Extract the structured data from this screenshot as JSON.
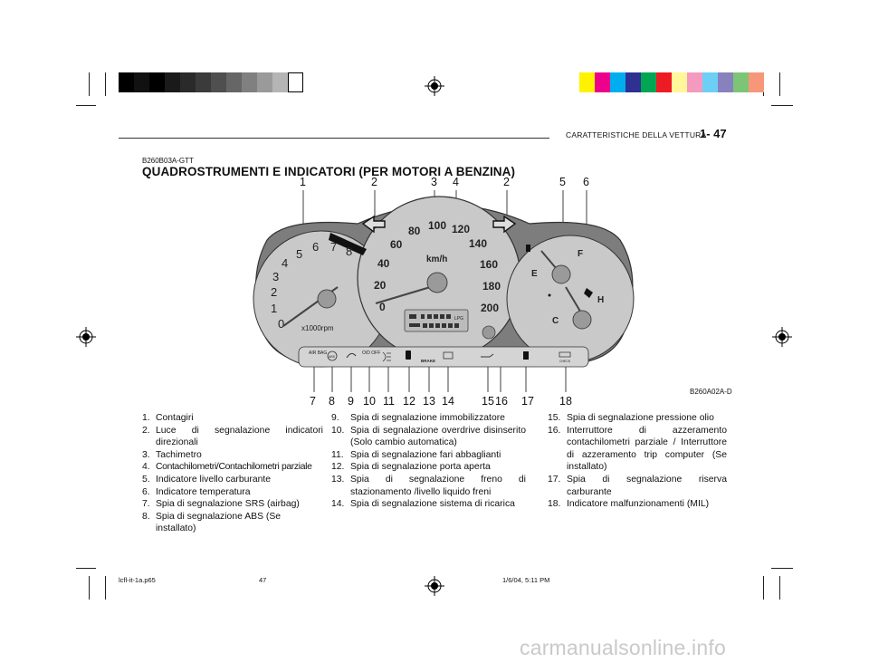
{
  "header": {
    "section": "CARATTERISTICHE DELLA VETTURA",
    "page": "1- 47"
  },
  "doc_code": "B260B03A-GTT",
  "title": "QUADROSTRUMENTI E INDICATORI (PER MOTORI A BENZINA)",
  "figure": {
    "code": "B260A02A-D",
    "callouts_top": [
      "1",
      "2",
      "3",
      "4",
      "2",
      "5",
      "6"
    ],
    "callouts_bottom": [
      "7",
      "8",
      "9",
      "10",
      "11",
      "12",
      "13",
      "14",
      "15",
      "16",
      "17",
      "18"
    ],
    "tach_labels": [
      "0",
      "1",
      "2",
      "3",
      "4",
      "5",
      "6",
      "7",
      "8"
    ],
    "tach_unit": "x1000rpm",
    "speed_labels": [
      "0",
      "20",
      "40",
      "60",
      "80",
      "100",
      "120",
      "140",
      "160",
      "180",
      "200"
    ],
    "speed_unit": "km/h",
    "fuel_labels": [
      "F",
      "E"
    ],
    "temp_labels": [
      "H",
      "C"
    ],
    "odo_label": "LPG",
    "indicator_labels": [
      "AIR BAG",
      "ABS",
      "O/D OFF",
      "BRAKE",
      "CHECK"
    ],
    "colors": {
      "dial_dark": "#808080",
      "dial_face": "#c9c9c9",
      "redzone": "#111111"
    }
  },
  "list": {
    "col1": [
      {
        "num": "1.",
        "text": "Contagiri"
      },
      {
        "num": "2.",
        "text": "Luce di segnalazione indicatori direzionali"
      },
      {
        "num": "3.",
        "text": "Tachimetro"
      },
      {
        "num": "4.",
        "text": "Contachilometri/Contachilometri parziale"
      },
      {
        "num": "5.",
        "text": "Indicatore livello carburante"
      },
      {
        "num": "6.",
        "text": "Indicatore temperatura"
      },
      {
        "num": "7.",
        "text": "Spia di segnalazione SRS (airbag)"
      },
      {
        "num": "8.",
        "text": "Spia di segnalazione ABS (Se installato)"
      }
    ],
    "col2": [
      {
        "num": "9.",
        "text": "Spia di segnalazione immobilizzatore"
      },
      {
        "num": "10.",
        "text": "Spia di segnalazione overdrive disinserito (Solo cambio automatica)"
      },
      {
        "num": "11.",
        "text": "Spia di segnalazione fari abbaglianti"
      },
      {
        "num": "12.",
        "text": "Spia di segnalazione porta aperta"
      },
      {
        "num": "13.",
        "text": "Spia di segnalazione freno di stazionamento /livello liquido freni"
      },
      {
        "num": "14.",
        "text": "Spia di segnalazione sistema di ricarica"
      }
    ],
    "col3": [
      {
        "num": "15.",
        "text": "Spia di segnalazione pressione olio"
      },
      {
        "num": "16.",
        "text": "Interruttore di azzeramento contachilometri parziale / Interruttore di azzeramento trip computer (Se installato)"
      },
      {
        "num": "17.",
        "text": "Spia di segnalazione riserva carburante"
      },
      {
        "num": "18.",
        "text": "Indicatore malfunzionamenti (MIL)"
      }
    ]
  },
  "footer": {
    "file": "lcfl-it-1a.p65",
    "page": "47",
    "date": "1/6/04, 5:11 PM"
  },
  "watermark": "carmanualsonline.info"
}
